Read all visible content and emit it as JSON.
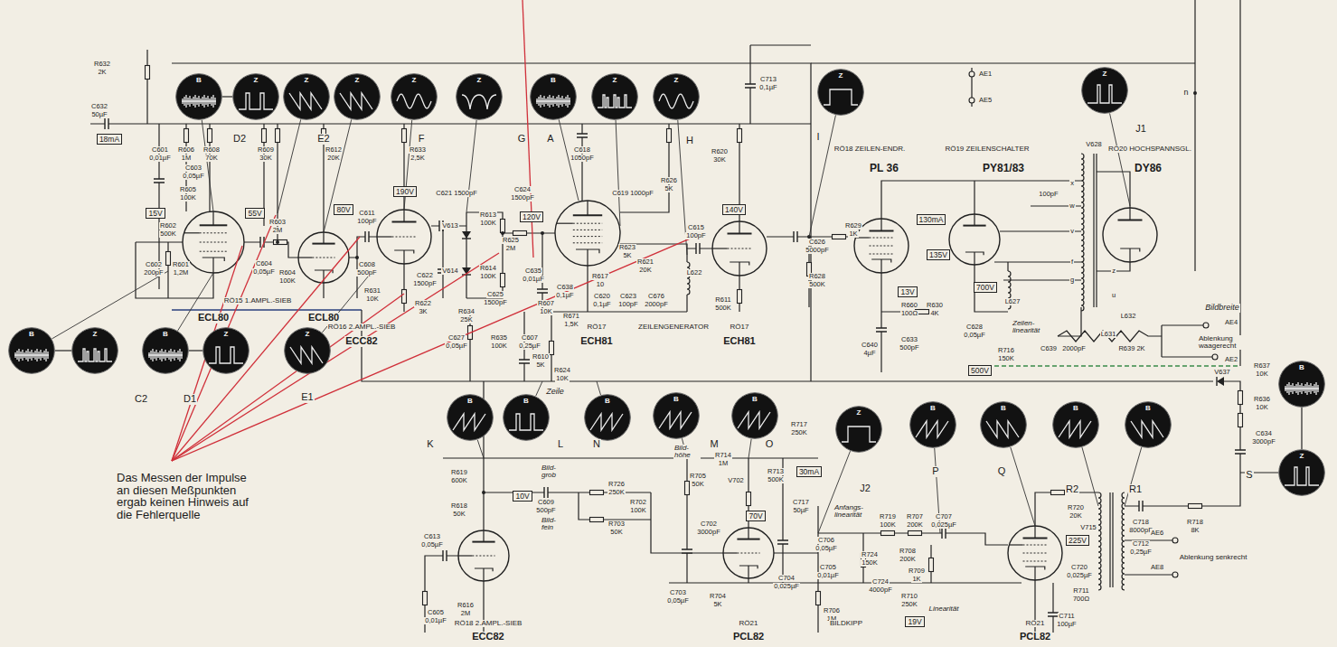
{
  "diagram": {
    "nodes": [
      {
        "text": [
          "B"
        ]
      },
      {
        "text": [
          "Z"
        ]
      },
      {
        "text": [
          "Z"
        ]
      },
      {
        "text": [
          "Z"
        ]
      },
      {
        "text": [
          "Z"
        ]
      },
      {
        "text": [
          "Z"
        ]
      },
      {
        "text": [
          "B"
        ]
      },
      {
        "text": [
          "Z"
        ]
      },
      {
        "text": [
          "Z"
        ]
      },
      {
        "text": [
          "Z"
        ]
      },
      {
        "text": [
          "Z"
        ]
      },
      {
        "text": [
          "B"
        ]
      },
      {
        "text": [
          "Z"
        ]
      },
      {
        "text": [
          "B"
        ]
      },
      {
        "text": [
          "Z"
        ]
      },
      {
        "text": [
          "Z"
        ]
      },
      {
        "text": [
          "B"
        ]
      },
      {
        "text": [
          "B"
        ]
      },
      {
        "text": [
          "B"
        ]
      },
      {
        "text": [
          "B"
        ]
      },
      {
        "text": [
          "B"
        ]
      },
      {
        "text": [
          "Z"
        ]
      },
      {
        "text": [
          "B"
        ]
      },
      {
        "text": [
          "B"
        ]
      },
      {
        "text": [
          "B"
        ]
      },
      {
        "text": [
          "B"
        ]
      },
      {
        "text": [
          "B"
        ]
      },
      {
        "text": [
          "Z"
        ]
      },
      {
        "text": [
          "18mA"
        ]
      },
      {
        "text": [
          "15V"
        ]
      },
      {
        "text": [
          "55V"
        ]
      },
      {
        "text": [
          "80V"
        ]
      },
      {
        "text": [
          "190V"
        ]
      },
      {
        "text": [
          "120V"
        ]
      },
      {
        "text": [
          "140V"
        ]
      },
      {
        "text": [
          "130mA"
        ]
      },
      {
        "text": [
          "135V"
        ]
      },
      {
        "text": [
          "13V"
        ]
      },
      {
        "text": [
          "700V"
        ]
      },
      {
        "text": [
          "500V"
        ]
      },
      {
        "text": [
          "10V"
        ]
      },
      {
        "text": [
          "30mA"
        ]
      },
      {
        "text": [
          "70V"
        ]
      },
      {
        "text": [
          "225V"
        ]
      },
      {
        "text": [
          "19V"
        ]
      }
    ],
    "edges": [
      {
        "from": 0,
        "to": 1,
        "arrow": "none"
      },
      {
        "from": 11,
        "to": 12,
        "arrow": "none"
      },
      {
        "from": 13,
        "to": 14,
        "arrow": "none"
      },
      {
        "from": 26,
        "to": 27,
        "arrow": "none"
      }
    ],
    "labels": [
      "R632",
      "2K",
      "C632",
      "50µF",
      "D2",
      "E2",
      "F",
      "G",
      "A",
      "H",
      "C713",
      "0,1µF",
      "I",
      "R620",
      "30K",
      "RÖ18 ZEILEN-ENDR.",
      "PL 36",
      "RÖ19 ZEILENSCHALTER",
      "PY81/83",
      "RÖ20 HOCHSPANNSGL.",
      "DY86",
      "J1",
      "AE1",
      "AE5",
      "n",
      "C601",
      "0,01µF",
      "R606",
      "1M",
      "R608",
      "70K",
      "R609",
      "30K",
      "C603",
      "0,05µF",
      "R605",
      "100K",
      "R602",
      "500K",
      "C602",
      "200pF",
      "R601",
      "1,2M",
      "R603",
      "2M",
      "C604",
      "0,05µF",
      "R604",
      "100K",
      "R612",
      "20K",
      "C611",
      "100pF",
      "C608",
      "500pF",
      "R631",
      "10K",
      "R633",
      "2,5K",
      "C621 1500pF",
      "V613",
      "V614",
      "C622",
      "1500pF",
      "R622",
      "3K",
      "R613",
      "100K",
      "R614",
      "100K",
      "C624",
      "1500pF",
      "R625",
      "2M",
      "C618",
      "1050pF",
      "C619 1000pF",
      "R626",
      "5K",
      "C635",
      "0,01µF",
      "C638",
      "0,1µF",
      "R623",
      "5K",
      "R621",
      "20K",
      "R617",
      "10",
      "C620",
      "0,1µF",
      "C623",
      "100pF",
      "C676",
      "2000pF",
      "C615",
      "100pF",
      "L622",
      "R611",
      "500K",
      "C625",
      "1500pF",
      "R634",
      "25K",
      "R607",
      "10K",
      "R671",
      "1,5K",
      "R635",
      "100K",
      "C627",
      "0,05µF",
      "C607",
      "0,25µF",
      "R610",
      "5K",
      "R624",
      "10K",
      "Zeile",
      "RÖ15 1.AMPL.-SIEB",
      "ECL80",
      "ECL80",
      "RÖ16 2.AMPL.-SIEB",
      "ECC82",
      "RÖ17",
      "ZEILENGENERATOR",
      "ECH81",
      "RÖ17",
      "ECH81",
      "C626",
      "5000pF",
      "R628",
      "500K",
      "R629",
      "1K",
      "C640",
      "4µF",
      "R660",
      "100Ω",
      "R630",
      "4K",
      "C633",
      "500pF",
      "C628",
      "0,05µF",
      "L627",
      "100pF",
      "V628",
      "Zeilen- linearität",
      "L632",
      "L631",
      "R639 2K",
      "C639",
      "2000pF",
      "R716",
      "150K",
      "Bildbreite",
      "AE4",
      "Ablenkung waagerecht",
      "AE2",
      "x",
      "w",
      "v",
      "f",
      "g",
      "z",
      "u",
      "V637",
      "R637",
      "10K",
      "R636",
      "10K",
      "C634",
      "3000pF",
      "C2",
      "D1",
      "E1",
      "K",
      "L",
      "N",
      "M",
      "O",
      "R619",
      "600K",
      "R618",
      "50K",
      "C609",
      "500pF",
      "C613",
      "0,05µF",
      "R616",
      "2M",
      "C605",
      "0,01µF",
      "RÖ18 2.AMPL.-SIEB",
      "ECC82",
      "Bild- grob",
      "Bild- fein",
      "R726",
      "250K",
      "R702",
      "100K",
      "R703",
      "50K",
      "Bild- höhe",
      "R714",
      "1M",
      "R705",
      "50K",
      "V702",
      "R713",
      "500K",
      "C702",
      "3000pF",
      "R704",
      "5K",
      "C703",
      "0,05µF",
      "C704",
      "0,025µF",
      "R717",
      "250K",
      "C717",
      "50µF",
      "R706",
      "1M",
      "C706",
      "0,05µF",
      "C705",
      "0,01µF",
      "Anfangs- linearität",
      "R719",
      "100K",
      "R707",
      "200K",
      "C707",
      "0,025µF",
      "R724",
      "150K",
      "C724",
      "4000pF",
      "R708",
      "200K",
      "R709",
      "1K",
      "R710",
      "250K",
      "Linearität",
      "R720",
      "20K",
      "C720",
      "0,025µF",
      "R711",
      "700Ω",
      "C711",
      "100µF",
      "RÖ21",
      "PCL82",
      "BILDKIPP",
      "RÖ21",
      "PCL82",
      "J2",
      "P",
      "Q",
      "R2",
      "R1",
      "S",
      "V715",
      "C718",
      "8000pF",
      "C712",
      "0,25µF",
      "R718",
      "8K",
      "AE6",
      "Ablenkung senkrecht",
      "AE8",
      "Das Messen der Impulse an diesen Meßpunkten ergab keinen Hinweis auf die Fehlerquelle"
    ]
  }
}
